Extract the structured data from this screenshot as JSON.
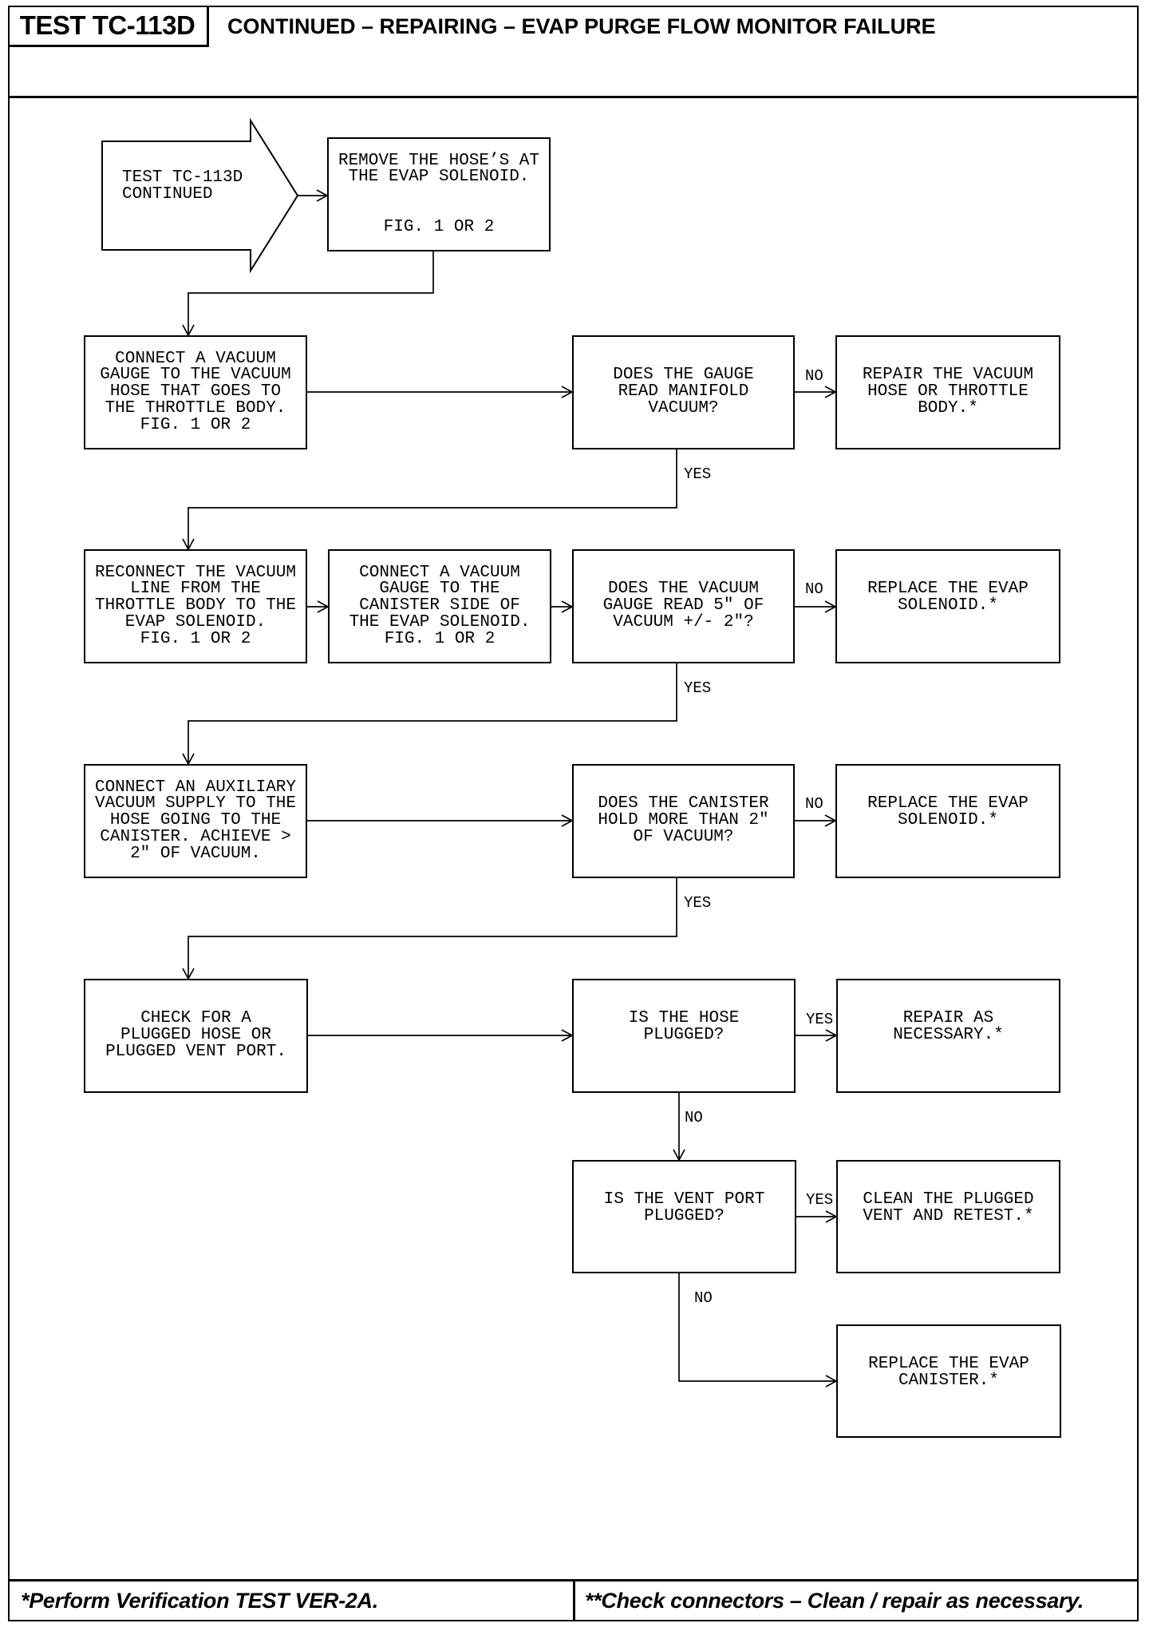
{
  "header": {
    "test_id": "TEST TC-113D",
    "title": "CONTINUED – REPAIRING – EVAP PURGE FLOW MONITOR FAILURE"
  },
  "flowchart": {
    "start": "TEST TC-113D\nCONTINUED",
    "steps": {
      "remove_hoses": "REMOVE THE HOSE’S AT\nTHE EVAP SOLENOID.\n\n\nFIG. 1 OR 2",
      "connect_gauge_throttle": "CONNECT A VACUUM\nGAUGE TO THE VACUUM\nHOSE THAT GOES TO\nTHE THROTTLE BODY.\nFIG. 1 OR 2",
      "q_manifold_vacuum": "DOES THE GAUGE\nREAD MANIFOLD\nVACUUM?",
      "repair_vacuum_hose": "REPAIR THE VACUUM\nHOSE OR THROTTLE\nBODY.*",
      "reconnect_vacuum_line": "RECONNECT THE VACUUM\nLINE FROM THE\nTHROTTLE BODY TO THE\nEVAP SOLENOID.\nFIG. 1 OR 2",
      "connect_gauge_canister": "CONNECT A VACUUM\nGAUGE TO THE\nCANISTER SIDE OF\nTHE EVAP SOLENOID.\nFIG. 1 OR 2",
      "q_gauge_5in": "DOES THE VACUUM\nGAUGE READ 5\" OF\nVACUUM +/- 2\"?",
      "replace_solenoid_1": "REPLACE THE EVAP\nSOLENOID.*",
      "connect_aux_vacuum": "CONNECT AN AUXILIARY\nVACUUM SUPPLY TO THE\nHOSE GOING TO THE\nCANISTER. ACHIEVE >\n2\" OF VACUUM.",
      "q_canister_hold": "DOES THE CANISTER\nHOLD MORE THAN 2\"\nOF VACUUM?",
      "replace_solenoid_2": "REPLACE THE EVAP\nSOLENOID.*",
      "check_plugged": "CHECK FOR A\nPLUGGED HOSE OR\nPLUGGED VENT PORT.",
      "q_hose_plugged": "IS THE HOSE\nPLUGGED?",
      "repair_as_necessary": "REPAIR AS\nNECESSARY.*",
      "q_vent_plugged": "IS THE VENT PORT\nPLUGGED?",
      "clean_vent": "CLEAN THE PLUGGED\nVENT AND RETEST.*",
      "replace_canister": "REPLACE THE EVAP\nCANISTER.*"
    },
    "branch_labels": {
      "manifold_no": "NO",
      "manifold_yes": "YES",
      "gauge_5in_no": "NO",
      "gauge_5in_yes": "YES",
      "canister_no": "NO",
      "canister_yes": "YES",
      "hose_yes": "YES",
      "hose_no": "NO",
      "vent_yes": "YES",
      "vent_no": "NO"
    }
  },
  "footer": {
    "verification_note": "*Perform Verification TEST VER-2A.",
    "connector_note": "**Check connectors – Clean / repair as necessary."
  }
}
